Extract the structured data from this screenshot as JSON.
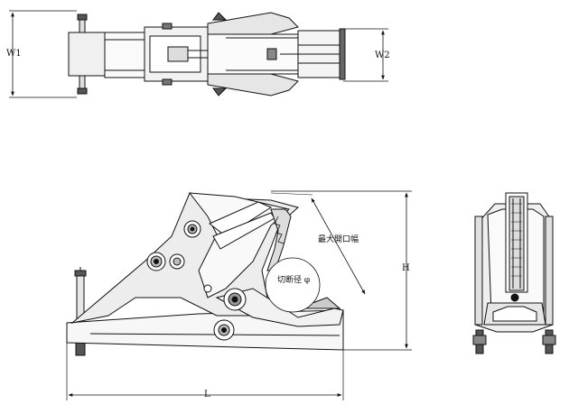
{
  "dimensions": {
    "w1": "W1",
    "w2": "W2",
    "h": "H",
    "l": "L"
  },
  "annotations": {
    "max_opening_width": "最大開口幅",
    "cutting_diameter": "切断径 φ"
  },
  "views": [
    "top-view",
    "side-view",
    "front-view"
  ],
  "colors": {
    "line": "#111111",
    "fill_light": "#e8e8e8",
    "fill_dark": "#9a9a9a"
  }
}
